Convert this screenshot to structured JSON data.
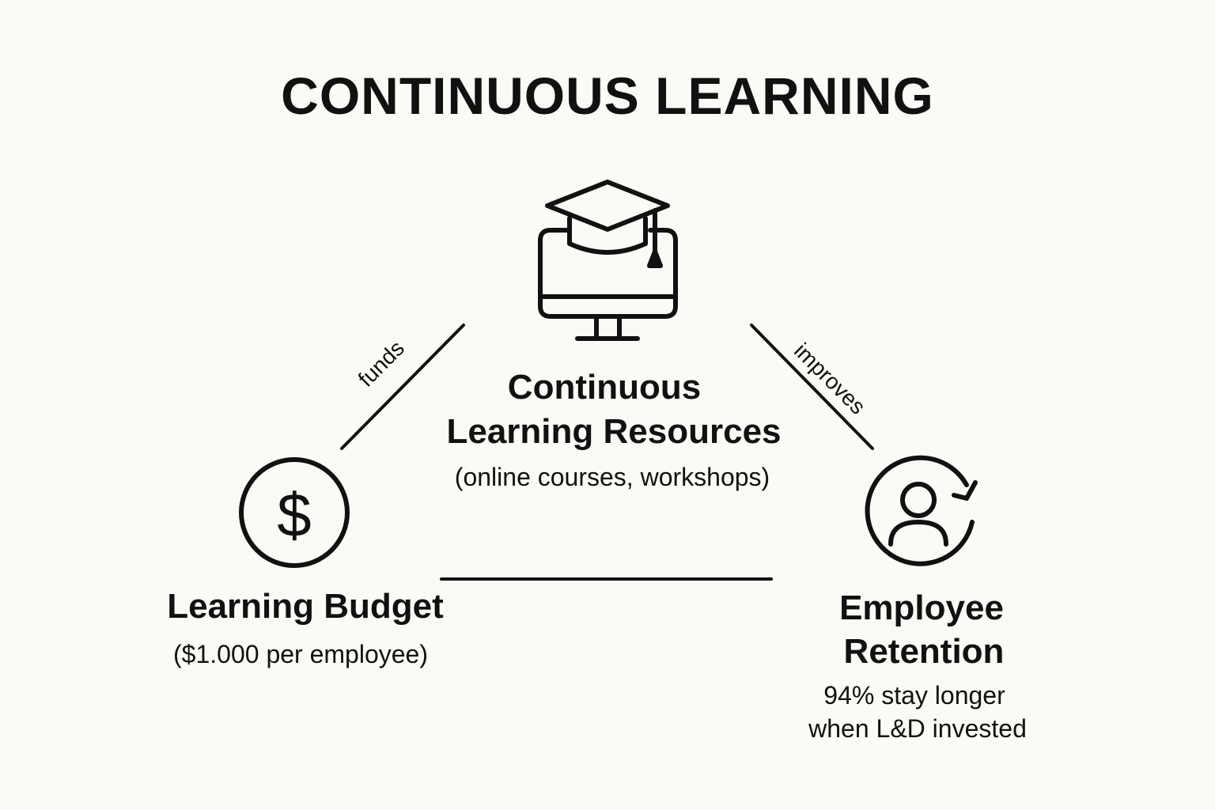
{
  "colors": {
    "background": "#fcfaf6",
    "stroke": "#111111"
  },
  "title": "CONTINUOUS LEARNING",
  "nodes": {
    "resources": {
      "icon": "graduation-cap-monitor-icon",
      "title_line1": "Continuous",
      "title_line2": "Learning Resources",
      "subtitle": "(online courses, workshops)"
    },
    "budget": {
      "icon": "dollar-circle-icon",
      "title": "Learning Budget",
      "subtitle": "($1.000 per employee)"
    },
    "retention": {
      "icon": "person-refresh-icon",
      "title_line1": "Employee",
      "title_line2": "Retention",
      "subtitle_line1": "94% stay longer",
      "subtitle_line2": "when L&D invested"
    }
  },
  "edges": {
    "budget_to_resources": "funds",
    "resources_to_retention": "improves"
  }
}
